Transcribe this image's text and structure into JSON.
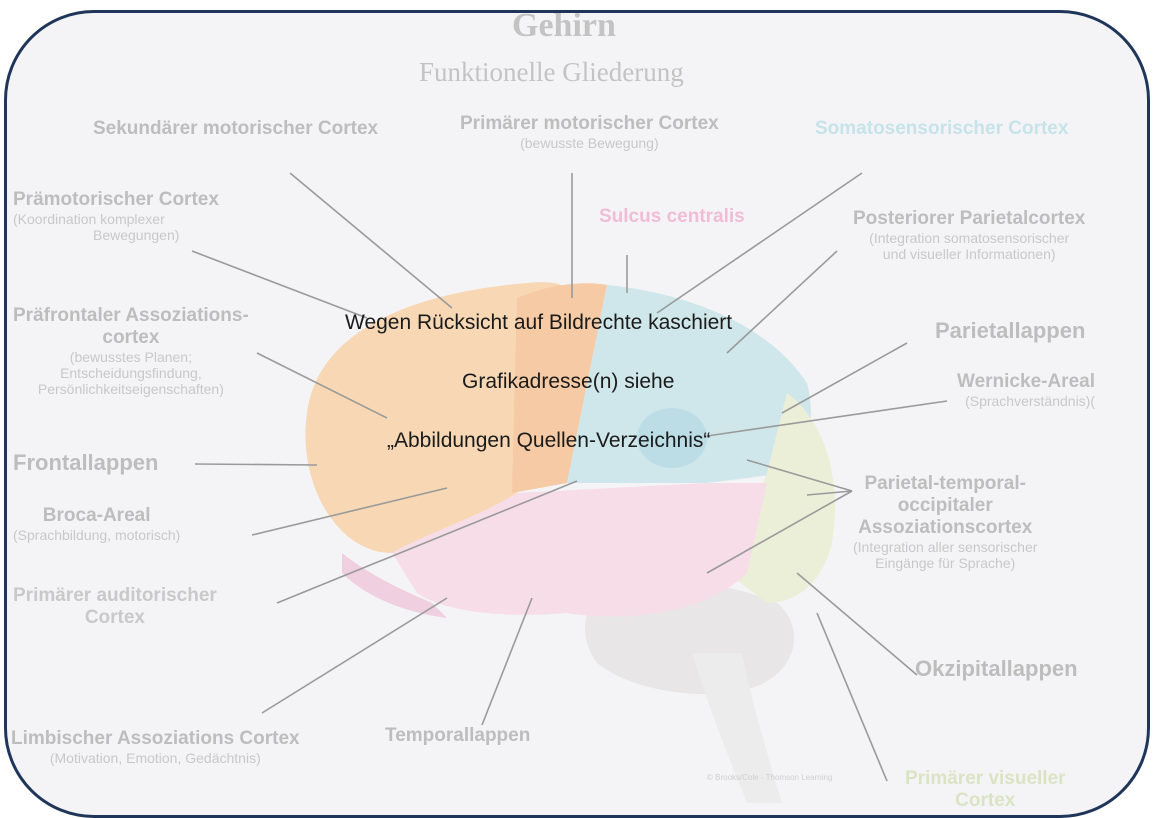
{
  "title": "Gehirn",
  "subtitle": "Funktionelle Gliederung",
  "overlay": {
    "line1": "Wegen  Rücksicht auf Bildrechte kaschiert",
    "line2": "Grafikadresse(n) siehe",
    "line3": "„Abbildungen Quellen-Verzeichnis“"
  },
  "labels": {
    "sek_motor": "Sekundärer motorischer Cortex",
    "prim_motor": "Primärer motorischer Cortex",
    "prim_motor_sub": "(bewusste Bewegung)",
    "somato": "Somatosensorischer Cortex",
    "praemotor": "Prämotorischer Cortex",
    "praemotor_sub1": "(Koordination komplexer",
    "praemotor_sub2": "Bewegungen)",
    "sulcus": "Sulcus centralis",
    "post_parietal": "Posteriorer Parietalcortex",
    "post_parietal_sub1": "(Integration somatosensorischer",
    "post_parietal_sub2": "und visueller Informationen)",
    "praefrontal1": "Präfrontaler Assoziations-",
    "praefrontal2": "cortex",
    "praefrontal_sub1": "(bewusstes Planen;",
    "praefrontal_sub2": "Entscheidungsfindung,",
    "praefrontal_sub3": "Persönlichkeitseigenschaften)",
    "parietal": "Parietallappen",
    "wernicke": "Wernicke-Areal",
    "wernicke_sub": "(Sprachverständnis)(",
    "frontal": "Frontallappen",
    "broca": "Broca-Areal",
    "broca_sub": "(Sprachbildung, motorisch)",
    "pto1": "Parietal-temporal-",
    "pto2": "occipitaler",
    "pto3": "Assoziationscortex",
    "pto_sub1": "(Integration aller sensorischer",
    "pto_sub2": "Eingänge für Sprache)",
    "aud1": "Primärer auditorischer",
    "aud2": "Cortex",
    "okzipital": "Okzipitallappen",
    "limbic": "Limbischer Assoziations Cortex",
    "limbic_sub": "(Motivation, Emotion, Gedächtnis)",
    "temporal": "Temporallappen",
    "visual1": "Primärer visueller",
    "visual2": "Cortex"
  },
  "credit": "© Brooks/Cole - Thomson Learning",
  "colors": {
    "frame": "#1f3559",
    "somato_label": "#bfe2ea",
    "sulcus_label": "#f0bcd6",
    "frontal_lobe": "#f7d7b4",
    "parietal_lobe": "#cfe7ea",
    "temporal_lobe": "#f6dde8",
    "occipital_lobe": "#ecefd8"
  }
}
